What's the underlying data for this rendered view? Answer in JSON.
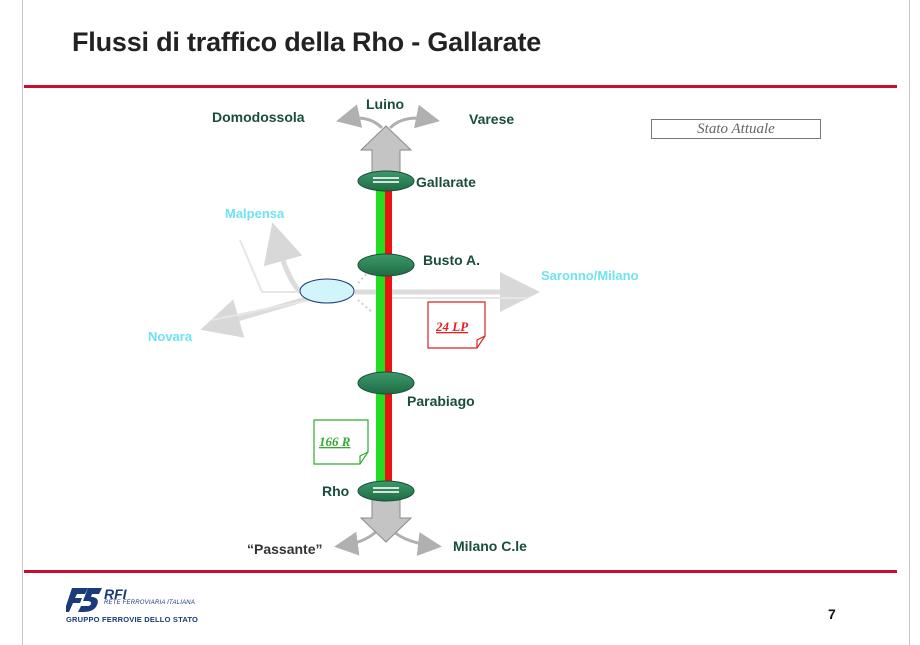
{
  "title": "Flussi di traffico della Rho - Gallarate",
  "status_label": "Stato Attuale",
  "page_number": "7",
  "stations": {
    "gallarate": "Gallarate",
    "busto": "Busto A.",
    "parabiago": "Parabiago",
    "rho": "Rho"
  },
  "destinations": {
    "luino": "Luino",
    "domodossola": "Domodossola",
    "varese": "Varese",
    "malpensa": "Malpensa",
    "saronno": "Saronno/Milano",
    "novara": "Novara",
    "passante": "“Passante”",
    "milano": "Milano C.le"
  },
  "flows": {
    "red_label": "24 LP",
    "green_label": "166 R"
  },
  "colors": {
    "accent_red": "#c8102e",
    "flow_green": "#22dd22",
    "flow_red": "#ee1111",
    "station_green": "#2e8b57",
    "cyan": "#6fe3f0"
  },
  "logo": {
    "brand": "RFI",
    "subtitle": "RETE FERROVIARIA ITALIANA",
    "group": "GRUPPO FERROVIE DELLO STATO"
  }
}
